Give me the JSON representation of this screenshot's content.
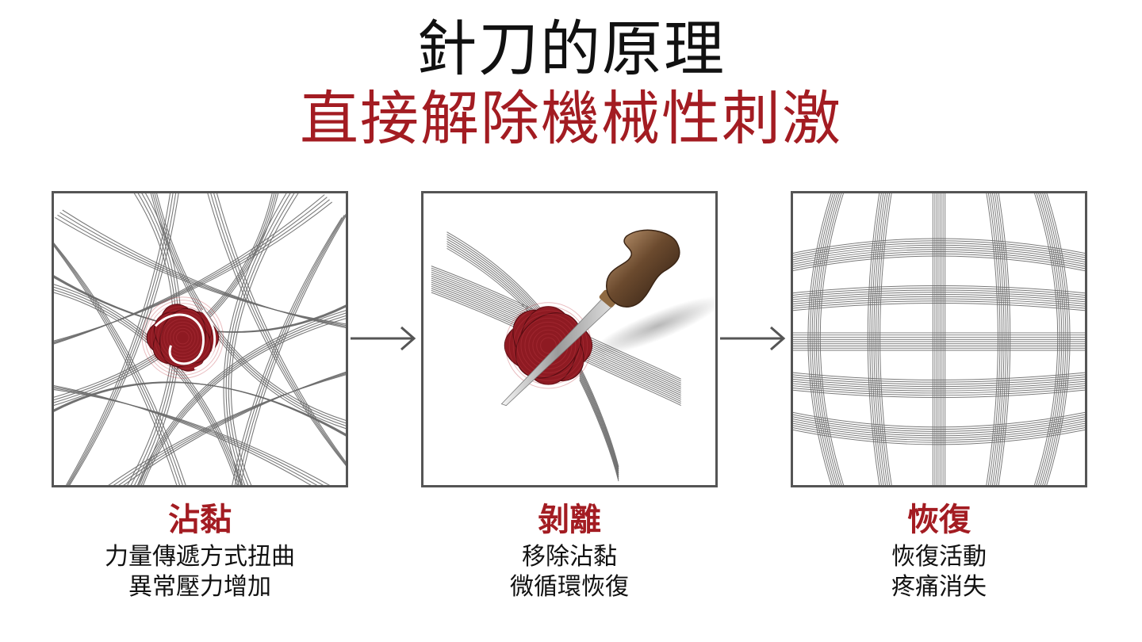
{
  "title": "針刀的原理",
  "subtitle": "直接解除機械性刺激",
  "colors": {
    "accent": "#a31c22",
    "knot": "#8e1a22",
    "fiber_stroke": "#6a6a6a",
    "frame": "#555555",
    "arrow": "#555555"
  },
  "panels": [
    {
      "icon": "tangled-fibers-knot-illustration",
      "title": "沾黏",
      "lines": [
        "力量傳遞方式扭曲",
        "異常壓力增加"
      ]
    },
    {
      "icon": "needle-knife-releasing-knot-illustration",
      "title": "剝離",
      "lines": [
        "移除沾黏",
        "微循環恢復"
      ]
    },
    {
      "icon": "aligned-fibers-illustration",
      "title": "恢復",
      "lines": [
        "恢復活動",
        "疼痛消失"
      ]
    }
  ],
  "arrows": [
    "arrow-right-icon",
    "arrow-right-icon"
  ]
}
